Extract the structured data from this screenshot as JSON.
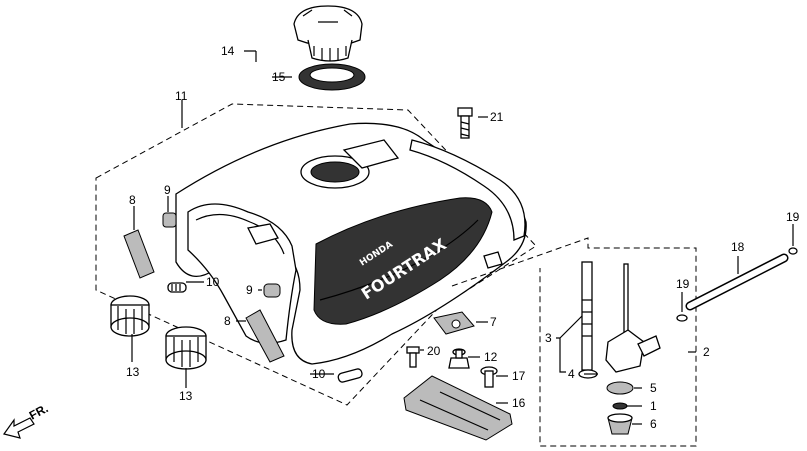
{
  "labels": {
    "p1": "1",
    "p2": "2",
    "p3": "3",
    "p4": "4",
    "p5": "5",
    "p6": "6",
    "p7": "7",
    "p8a": "8",
    "p8b": "8",
    "p9a": "9",
    "p9b": "9",
    "p10a": "10",
    "p10b": "10",
    "p11": "11",
    "p12": "12",
    "p13a": "13",
    "p13b": "13",
    "p14": "14",
    "p15": "15",
    "p16": "16",
    "p17": "17",
    "p18": "18",
    "p19a": "19",
    "p19b": "19",
    "p20": "20",
    "p21": "21"
  },
  "direction_label": "FR.",
  "tank_brand_top": "HONDA",
  "tank_model_text": "FOURTRAX"
}
